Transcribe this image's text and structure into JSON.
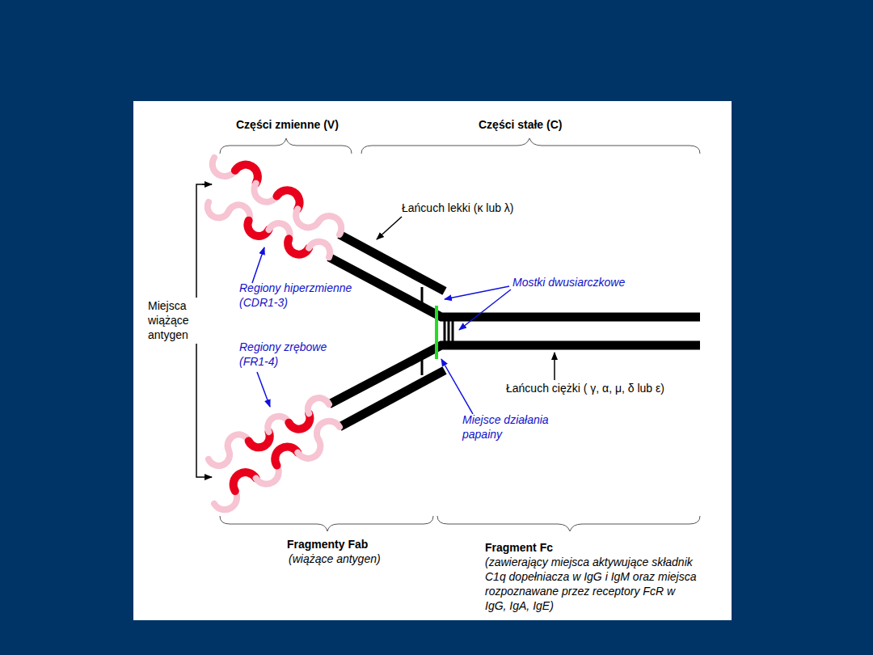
{
  "diagram": {
    "labels": [
      "Części zmienne (V)",
      "Części stałe (C)",
      "Łańcuch lekki (κ lub λ)",
      "Mostki dwusiarczkowe",
      "Regiony hiperzmienne (CDR1-3)",
      "Miejsca wiążące antygen",
      "Regiony zrębowe (FR1-4)",
      "Łańcuch ciężki ( γ, α, μ, δ lub ε)",
      "Miejsce działania papainy",
      "Fragmenty Fab",
      "(wiążące antygen)",
      "Fragment Fc",
      "(zawierający miejsca aktywujące składnik C1q dopełniacza w IgG i IgM oraz miejsca rozpoznawane przez receptory FcR w IgG, IgA, IgE)"
    ]
  }
}
